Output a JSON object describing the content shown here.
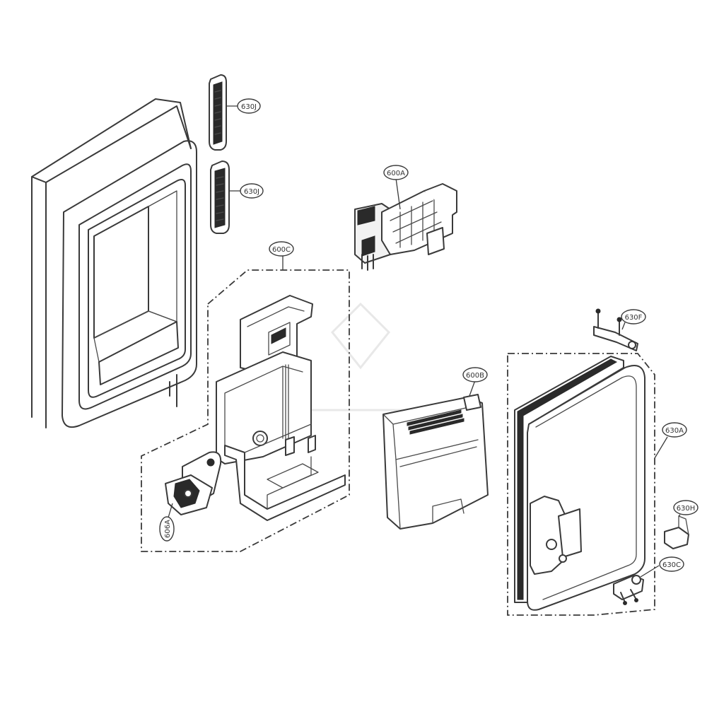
{
  "diagram": {
    "parts": {
      "p630J_top": "630J",
      "p630J_bottom": "630J",
      "p600A": "600A",
      "p600C": "600C",
      "p630F": "630F",
      "p600B": "600B",
      "p630A": "630A",
      "p630H": "630H",
      "p606A": "606A",
      "p630C": "630C"
    }
  }
}
